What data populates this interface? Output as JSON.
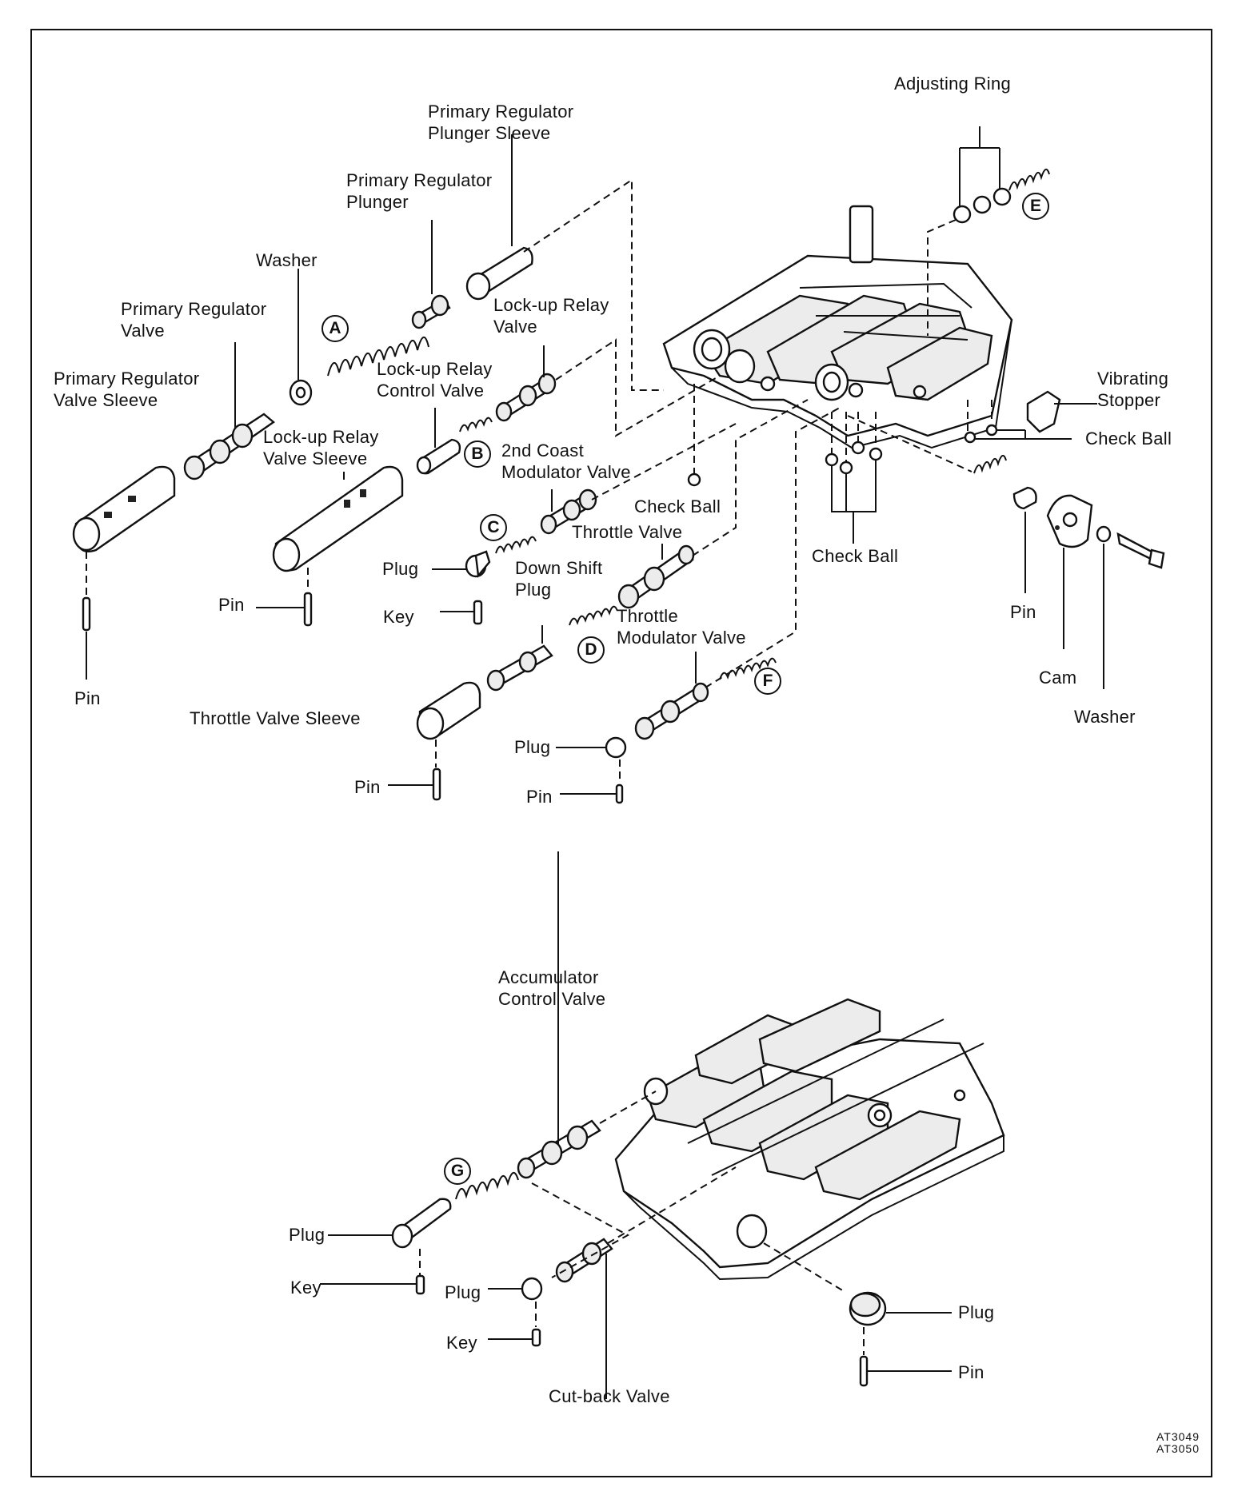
{
  "diagram": {
    "labels": {
      "adjusting_ring": "Adjusting Ring",
      "primary_regulator_plunger_sleeve": "Primary Regulator\nPlunger Sleeve",
      "primary_regulator_plunger": "Primary Regulator\nPlunger",
      "washer_top": "Washer",
      "primary_regulator_valve": "Primary Regulator\nValve",
      "lockup_relay_valve": "Lock-up Relay\nValve",
      "primary_regulator_valve_sleeve": "Primary Regulator\nValve Sleeve",
      "lockup_relay_control_valve": "Lock-up Relay\nControl Valve",
      "lockup_relay_valve_sleeve": "Lock-up Relay\nValve Sleeve",
      "second_coast_modulator_valve": "2nd Coast\nModulator Valve",
      "vibrating_stopper": "Vibrating\nStopper",
      "check_ball_right": "Check Ball",
      "check_ball_mid": "Check Ball",
      "check_ball_lower": "Check Ball",
      "throttle_valve": "Throttle Valve",
      "plug_c": "Plug",
      "key_c": "Key",
      "pin_lockup_sleeve": "Pin",
      "down_shift_plug": "Down Shift\nPlug",
      "throttle_modulator_valve": "Throttle\nModulator Valve",
      "pin_cam": "Pin",
      "cam": "Cam",
      "washer_right": "Washer",
      "pin_left": "Pin",
      "throttle_valve_sleeve": "Throttle Valve Sleeve",
      "plug_f": "Plug",
      "pin_throttle_sleeve": "Pin",
      "pin_f": "Pin",
      "accumulator_control_valve": "Accumulator\nControl Valve",
      "plug_g": "Plug",
      "key_g": "Key",
      "plug_cutback": "Plug",
      "key_cutback": "Key",
      "cutback_valve": "Cut-back Valve",
      "plug_bottom_right": "Plug",
      "pin_bottom_right": "Pin"
    },
    "callouts": {
      "a": "A",
      "b": "B",
      "c": "C",
      "d": "D",
      "e": "E",
      "f": "F",
      "g": "G"
    },
    "figure_code": "AT3049\nAT3050"
  }
}
